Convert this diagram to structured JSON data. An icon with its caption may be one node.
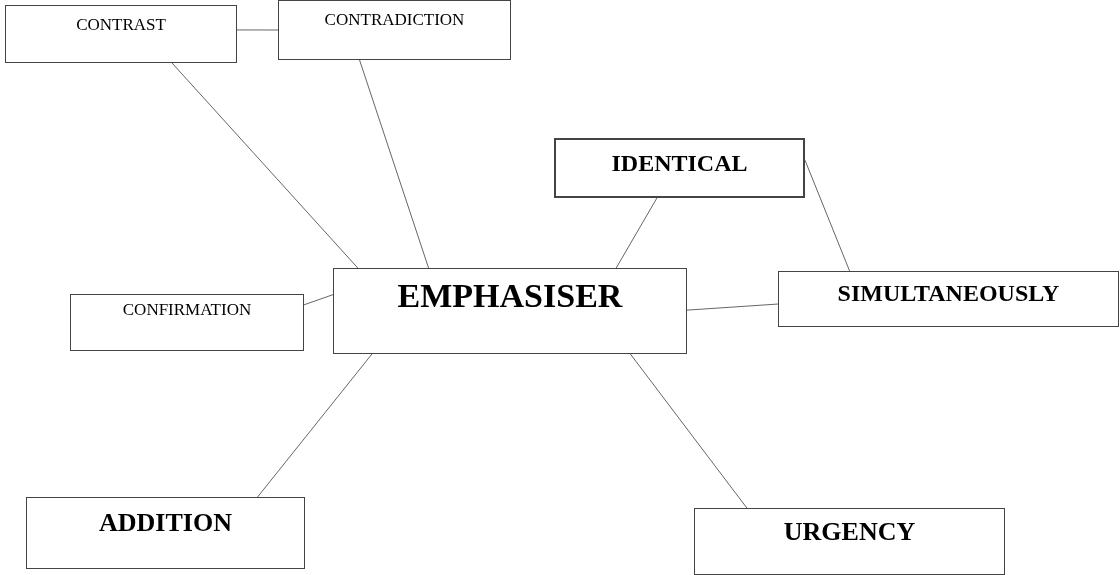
{
  "diagram": {
    "nodes": [
      {
        "text": [
          "CONTRAST"
        ]
      },
      {
        "text": [
          "CONTRADICTION"
        ]
      },
      {
        "text": [
          "IDENTICAL"
        ]
      },
      {
        "text": [
          "EMPHASISER"
        ]
      },
      {
        "text": [
          "CONFIRMATION"
        ]
      },
      {
        "text": [
          "SIMULTANEOUSLY"
        ]
      },
      {
        "text": [
          "ADDITION"
        ]
      },
      {
        "text": [
          "URGENCY"
        ]
      }
    ],
    "edges": [
      {
        "from": 0,
        "to": 1,
        "arrow": "none"
      },
      {
        "from": 0,
        "to": 3,
        "arrow": "none"
      },
      {
        "from": 1,
        "to": 3,
        "arrow": "none"
      },
      {
        "from": 2,
        "to": 3,
        "arrow": "none"
      },
      {
        "from": 2,
        "to": 5,
        "arrow": "none"
      },
      {
        "from": 3,
        "to": 5,
        "arrow": "none"
      },
      {
        "from": 4,
        "to": 3,
        "arrow": "none"
      },
      {
        "from": 3,
        "to": 6,
        "arrow": "none"
      },
      {
        "from": 3,
        "to": 7,
        "arrow": "none"
      }
    ]
  }
}
